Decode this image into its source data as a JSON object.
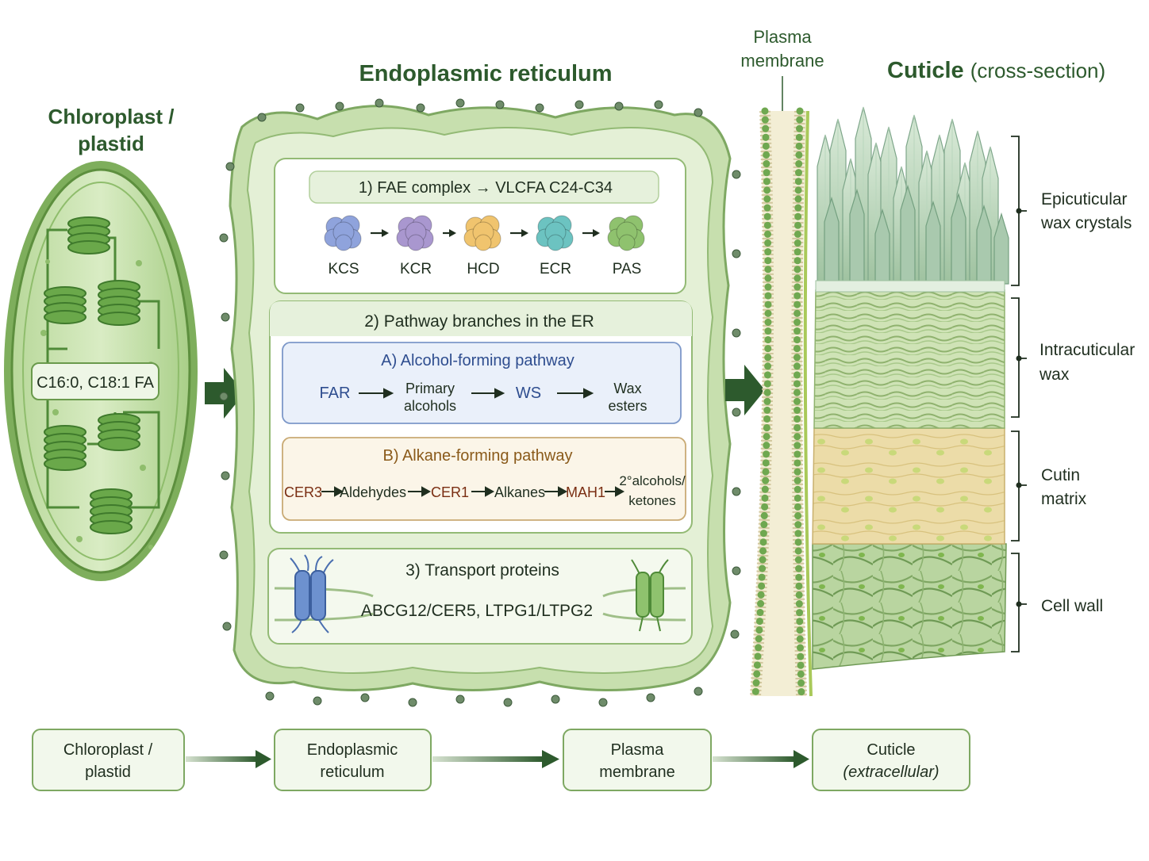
{
  "titles": {
    "chloroplast_line1": "Chloroplast /",
    "chloroplast_line2": "plastid",
    "er": "Endoplasmic reticulum",
    "pm_line1": "Plasma",
    "pm_line2": "membrane",
    "cuticle_main": "Cuticle",
    "cuticle_sub": "(cross-section)"
  },
  "chloroplast": {
    "fa_label": "C16:0, C18:1 FA"
  },
  "fae": {
    "title": "1) FAE complex → VLCFA C24-C34",
    "enzymes": [
      {
        "label": "KCS",
        "color": "#8fa3dc"
      },
      {
        "label": "KCR",
        "color": "#a997cf"
      },
      {
        "label": "HCD",
        "color": "#f0c46e"
      },
      {
        "label": "ECR",
        "color": "#6cc3c1"
      },
      {
        "label": "PAS",
        "color": "#8fc26e"
      }
    ]
  },
  "branches": {
    "title": "2) Pathway branches in the ER",
    "alcohol": {
      "title": "A) Alcohol-forming pathway",
      "steps": {
        "far": "FAR",
        "primary_1": "Primary",
        "primary_2": "alcohols",
        "ws": "WS",
        "wax_1": "Wax",
        "wax_2": "esters"
      }
    },
    "alkane": {
      "title": "B) Alkane-forming pathway",
      "steps": {
        "cer3": "CER3",
        "aldehydes": "Aldehydes",
        "cer1": "CER1",
        "alkanes": "Alkanes",
        "mah1": "MAH1",
        "sec_1": "2°alcohols/",
        "sec_2": "ketones"
      }
    }
  },
  "transport": {
    "title": "3) Transport proteins",
    "proteins": "ABCG12/CER5, LTPG1/LTPG2"
  },
  "cuticle_layers": {
    "epi_1": "Epicuticular",
    "epi_2": "wax crystals",
    "intra_1": "Intracuticular",
    "intra_2": "wax",
    "cutin_1": "Cutin",
    "cutin_2": "matrix",
    "wall": "Cell wall"
  },
  "flow": {
    "box1_1": "Chloroplast /",
    "box1_2": "plastid",
    "box2_1": "Endoplasmic",
    "box2_2": "reticulum",
    "box3_1": "Plasma",
    "box3_2": "membrane",
    "box4_1": "Cuticle",
    "box4_2": "(extracellular)"
  },
  "colors": {
    "dark_green": "#2d5a2d",
    "alcohol_blue": "#2e4d8f",
    "alkane_brown": "#8a5a1a",
    "enzyme_red": "#7a2e12"
  }
}
